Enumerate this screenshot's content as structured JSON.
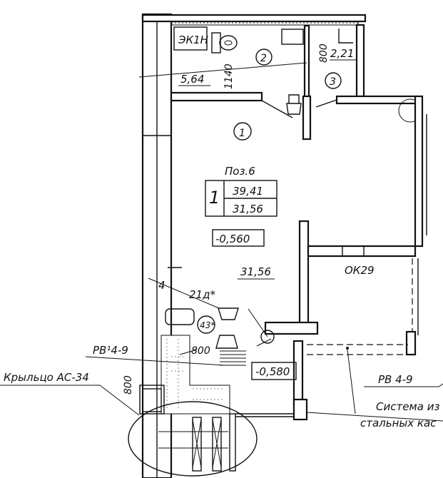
{
  "plan": {
    "equipment_label": "ЭК1Н",
    "rooms": [
      {
        "number": "1"
      },
      {
        "number": "2",
        "area": "5,64"
      },
      {
        "number": "3",
        "area": "2,21"
      }
    ],
    "apartment": {
      "position": "Поз.6",
      "rooms_count": "1",
      "total_area": "39,41",
      "living_area": "31,56"
    },
    "floor_level_main": "-0,560",
    "floor_level_entry": "-0,580",
    "area_label_2": "31,56",
    "window_label": "ОК29",
    "dimensions": {
      "bath_width": "1140",
      "wc_door": "800",
      "entry_door": "800",
      "porch_width": "800"
    },
    "marks": {
      "item_4": "4",
      "door_21d": "21д*",
      "door_43": "43*"
    },
    "callouts": {
      "rv_left": "РВ¹4-9",
      "rv_right": "РВ 4-9",
      "porch": "Крыльцо АС-34",
      "system_line1": "Система из",
      "system_line2": "стальных кас"
    }
  }
}
